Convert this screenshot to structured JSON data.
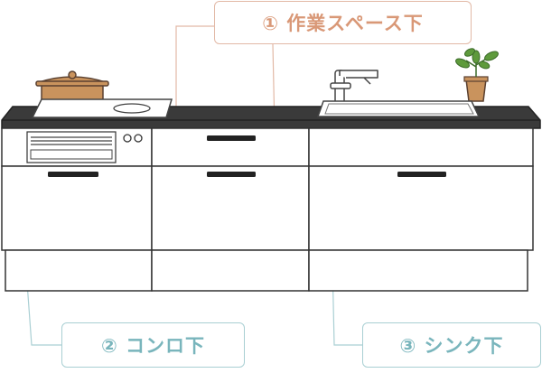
{
  "labels": {
    "work_space_under": "① 作業スペース下",
    "stove_under": "② コンロ下",
    "sink_under": "③ シンク下"
  },
  "colors": {
    "label_pink": "#d99877",
    "label_teal": "#79b5bc",
    "counter_top": "#3a3a3a",
    "pot": "#c9935d",
    "plant_leaf": "#5e9a3c"
  }
}
